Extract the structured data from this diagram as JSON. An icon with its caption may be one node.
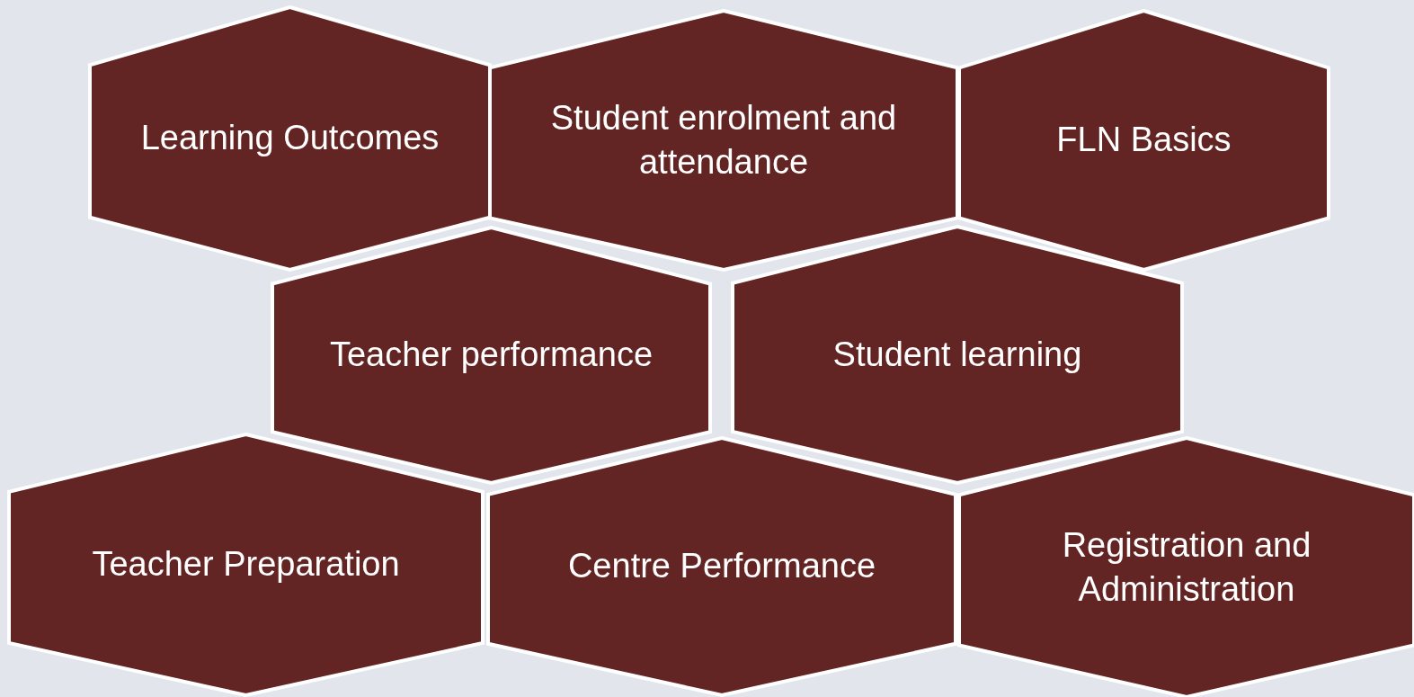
{
  "diagram": {
    "nodes": [
      {
        "text": [
          "Learning Outcomes"
        ]
      },
      {
        "text": [
          "Student enrolment and attendance"
        ]
      },
      {
        "text": [
          "FLN Basics"
        ]
      },
      {
        "text": [
          "Teacher performance"
        ]
      },
      {
        "text": [
          "Student learning"
        ]
      },
      {
        "text": [
          "Teacher Preparation"
        ]
      },
      {
        "text": [
          "Centre Performance"
        ]
      },
      {
        "text": [
          "Registration and Administration"
        ]
      }
    ],
    "edges": []
  }
}
